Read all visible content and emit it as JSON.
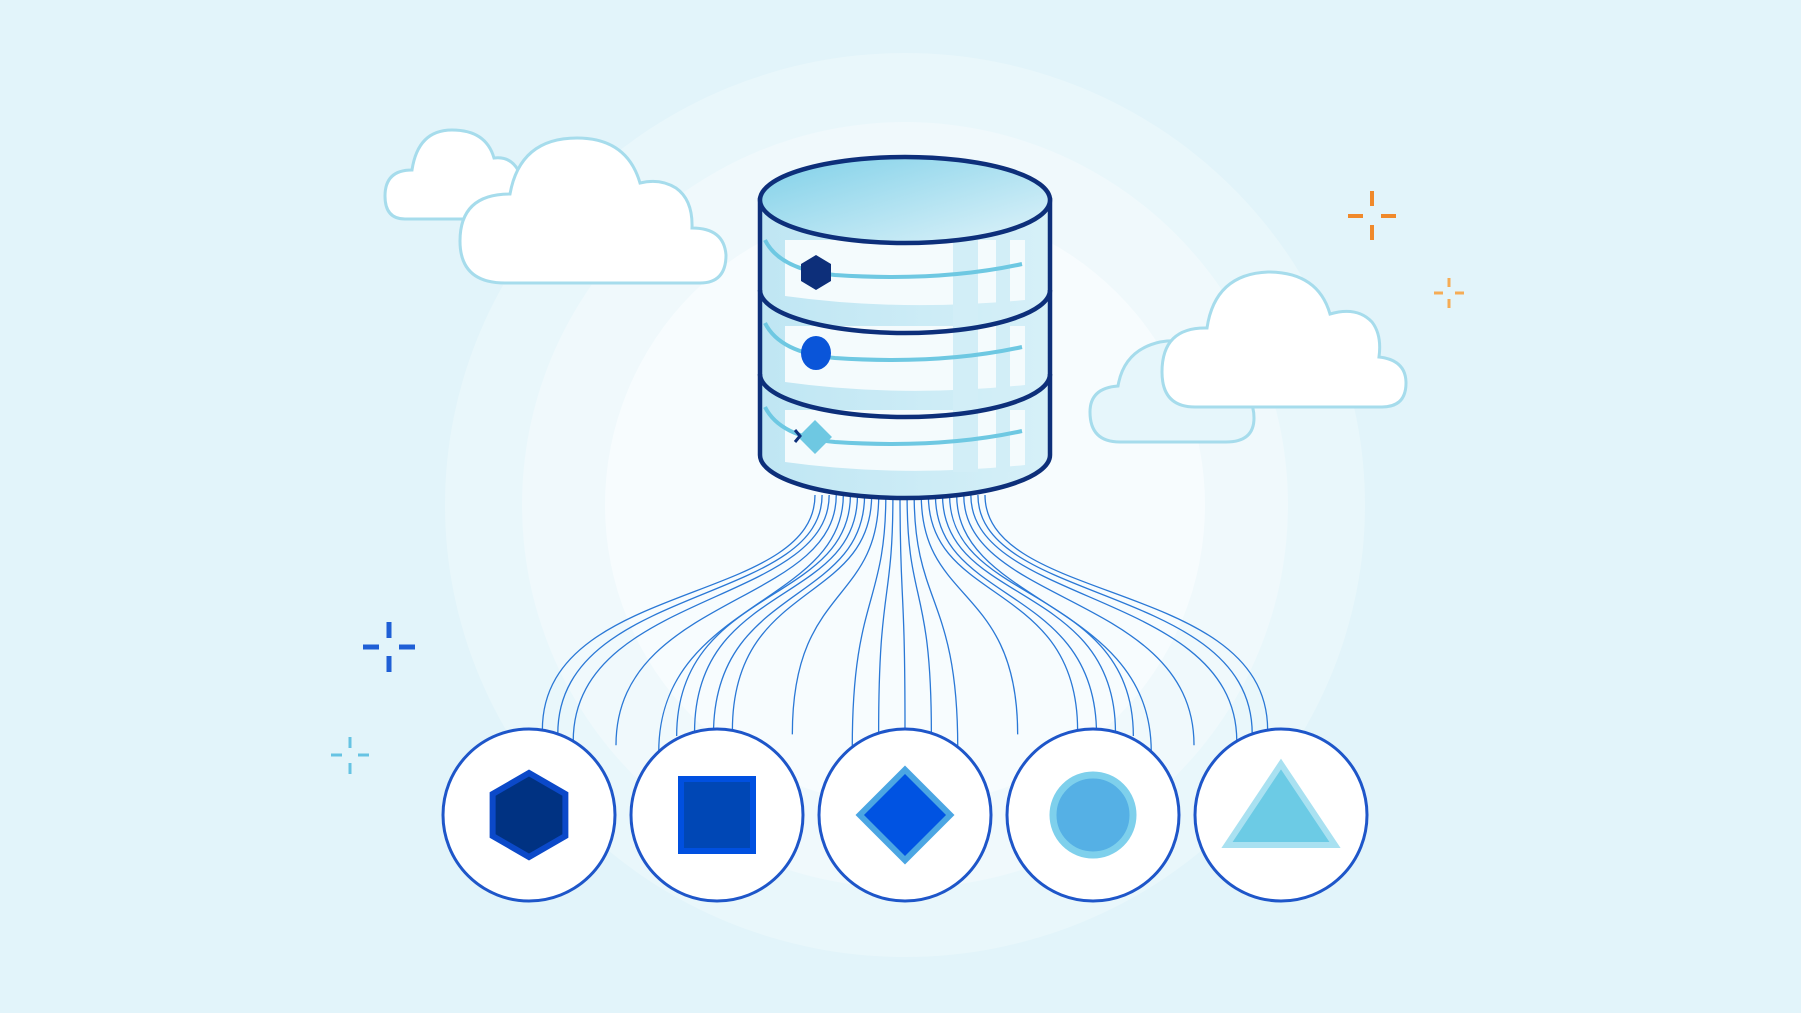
{
  "colors": {
    "background": "#e2f4fa",
    "halo_outer": "#e9f7fb",
    "halo_mid": "#f0f9fc",
    "halo_inner": "#f7fcfe",
    "navy": "#0d2f7a",
    "db_fill": "#c9e9f4",
    "db_top": "#8fd4ea",
    "stripe": "#6ec8e2",
    "line_blue": "#2a78d6",
    "cloud_stroke": "#a6dcec",
    "circle_stroke": "#1e56c9",
    "sparkle_orange": "#f0892b",
    "sparkle_orange_light": "#f5ac55",
    "sparkle_blue": "#1f5fd6",
    "sparkle_cyan": "#66c3e3"
  },
  "database": {
    "row_icons": [
      "hexagon-icon",
      "circle-icon",
      "diamond-icon"
    ]
  },
  "targets": [
    {
      "name": "hexagon-node",
      "icon": "hexagon-icon",
      "fill": "#003282",
      "border": "#0b49c9"
    },
    {
      "name": "square-node",
      "icon": "square-icon",
      "fill": "#0047b5",
      "border": "#0050e0"
    },
    {
      "name": "diamond-node",
      "icon": "diamond-icon",
      "fill": "#0053e2",
      "border": "#4ba6e3"
    },
    {
      "name": "circle-node",
      "icon": "circle-icon",
      "fill": "#55b0e5",
      "border": "#7ed0ec"
    },
    {
      "name": "triangle-node",
      "icon": "triangle-icon",
      "fill": "#6ccbe5",
      "border": "#a9e1f1"
    }
  ]
}
